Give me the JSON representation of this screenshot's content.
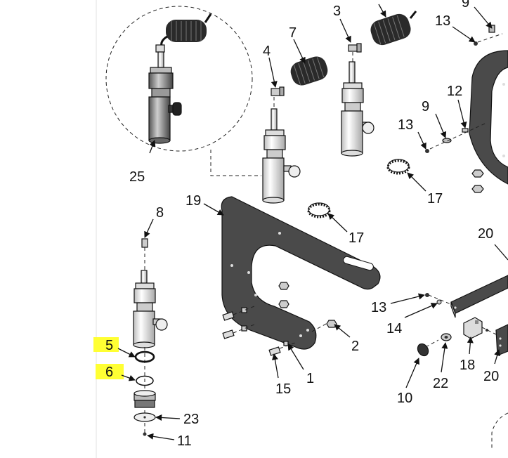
{
  "diagram": {
    "callouts": {
      "c1": "1",
      "c2": "2",
      "c3": "3",
      "c4": "4",
      "c5": "5",
      "c6": "6",
      "c7": "7",
      "c8": "8",
      "c9a": "9",
      "c9b": "9",
      "c10": "10",
      "c11": "11",
      "c12": "12",
      "c13a": "13",
      "c13b": "13",
      "c13c": "13",
      "c14": "14",
      "c15": "15",
      "c17a": "17",
      "c17b": "17",
      "c18": "18",
      "c19": "19",
      "c20a": "20",
      "c20b": "20",
      "c22": "22",
      "c23": "23",
      "c25": "25"
    },
    "colors": {
      "highlight": "#ffff33",
      "plate": "#4a4a4a",
      "line": "#111111",
      "body": "#e8e8e8"
    },
    "highlighted_callouts": [
      "5",
      "6"
    ]
  }
}
